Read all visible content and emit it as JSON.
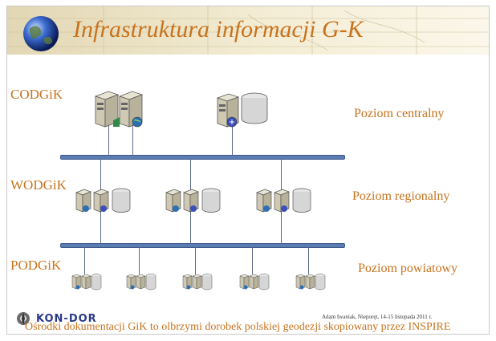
{
  "slide": {
    "title": "Infrastruktura informacji G-K",
    "levels": [
      {
        "code": "CODGiK",
        "name": "Poziom centralny"
      },
      {
        "code": "WODGiK",
        "name": "Poziom regionalny"
      },
      {
        "code": "PODGiK",
        "name": "Poziom powiatowy"
      }
    ],
    "logo_text": "KON-DOR",
    "footer_meta": "Adam Iwaniak, Nieporęt, 14-15 listopada 2011 r.",
    "footer_text": "Ośrodki dokumentacji GiK to olbrzymi dorobek polskiej geodezji skopiowany przez INSPIRE"
  },
  "icons": {
    "globe": "globe-icon",
    "server": "server-icon",
    "database": "database-icon",
    "logo": "logo-icon"
  },
  "colors": {
    "accent": "#c8731e",
    "bus": "#5b7db4"
  }
}
